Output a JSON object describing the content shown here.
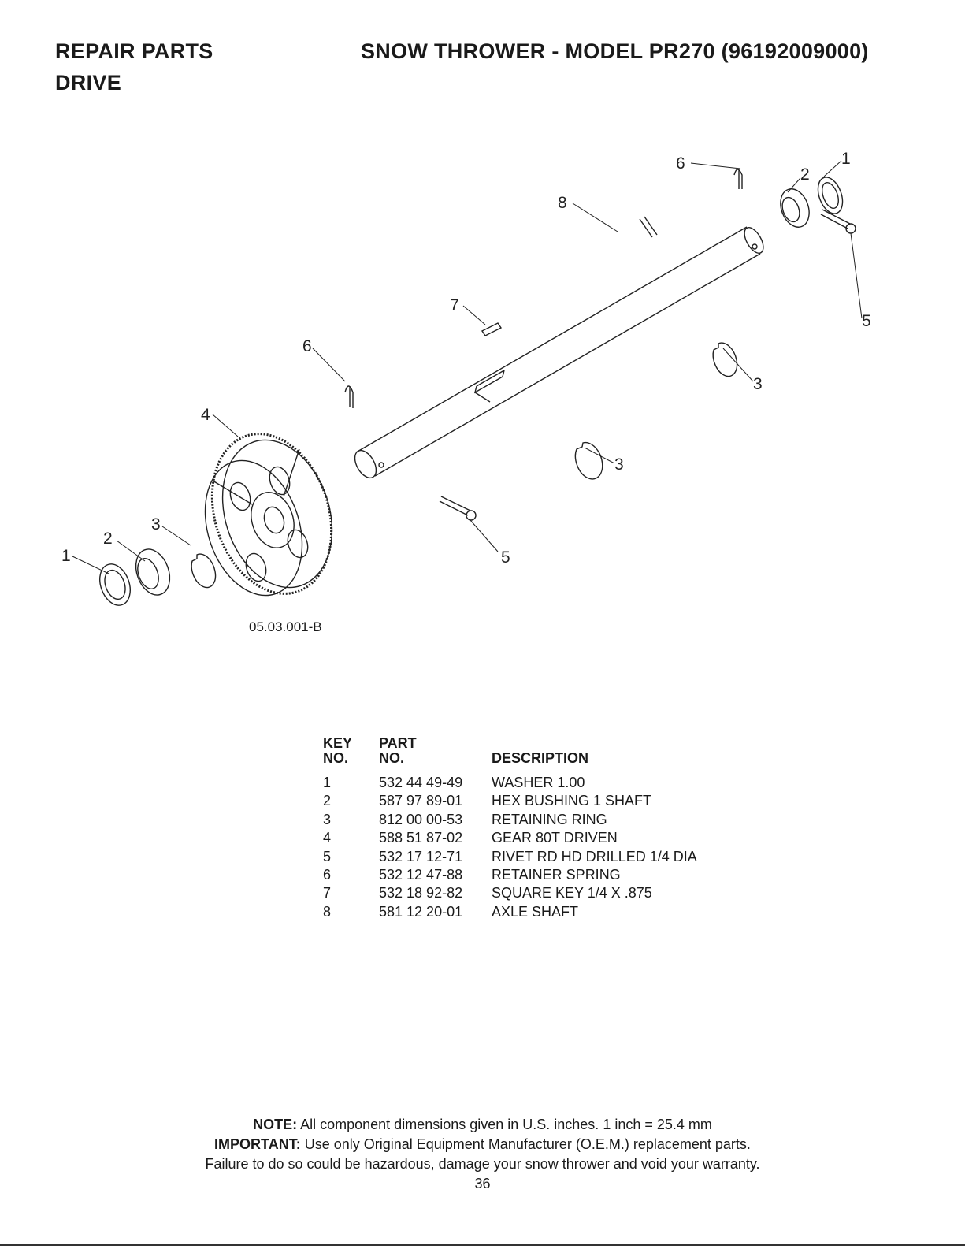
{
  "header": {
    "section": "REPAIR PARTS",
    "subsection": "DRIVE",
    "model": "SNOW THROWER - MODEL  PR270  (96192009000)"
  },
  "diagram": {
    "figure_code": "05.03.001-B",
    "callouts": [
      "1",
      "2",
      "3",
      "4",
      "5",
      "6",
      "7",
      "8"
    ]
  },
  "parts_table": {
    "headers": {
      "key_top": "KEY",
      "key_bottom": "NO.",
      "part_top": "PART",
      "part_bottom": "NO.",
      "description": "DESCRIPTION"
    },
    "rows": [
      {
        "key": "1",
        "part": "532 44 49-49",
        "desc": "WASHER 1.00"
      },
      {
        "key": "2",
        "part": "587 97 89-01",
        "desc": "HEX BUSHING 1 SHAFT"
      },
      {
        "key": "3",
        "part": "812 00 00-53",
        "desc": "RETAINING RING"
      },
      {
        "key": "4",
        "part": "588 51 87-02",
        "desc": "GEAR 80T DRIVEN"
      },
      {
        "key": "5",
        "part": "532 17 12-71",
        "desc": "RIVET RD HD DRILLED 1/4 DIA"
      },
      {
        "key": "6",
        "part": "532 12 47-88",
        "desc": "RETAINER SPRING"
      },
      {
        "key": "7",
        "part": "532 18 92-82",
        "desc": "SQUARE KEY 1/4 X .875"
      },
      {
        "key": "8",
        "part": "581 12 20-01",
        "desc": "AXLE SHAFT"
      }
    ]
  },
  "footer": {
    "note_label": "NOTE:",
    "note_text": " All component dimensions given in U.S. inches.    1 inch = 25.4 mm",
    "important_label": "IMPORTANT:",
    "important_text": " Use only Original Equipment Manufacturer (O.E.M.) replacement parts.",
    "warning": "Failure to do so could be hazardous, damage your snow thrower and void your warranty.",
    "page_number": "36"
  }
}
